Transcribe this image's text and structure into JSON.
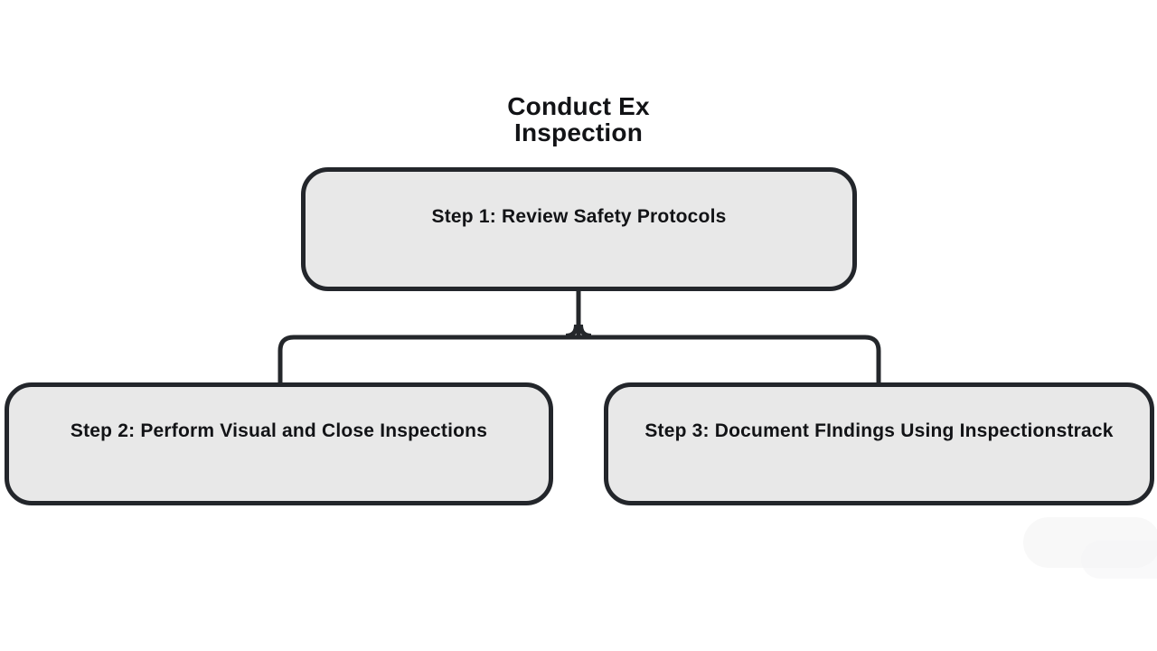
{
  "diagram": {
    "title_line1": "Conduct Ex",
    "title_line2": "Inspection",
    "nodes": [
      {
        "label": "Step 1: Review Safety Protocols"
      },
      {
        "label": "Step 2: Perform Visual and Close Inspections"
      },
      {
        "label": "Step 3: Document FIndings Using Inspectionstrack"
      }
    ],
    "colors": {
      "background": "#ffffff",
      "node_fill": "#e8e8e8",
      "node_border": "#23262b",
      "connector": "#24272b",
      "text": "#121316"
    }
  }
}
